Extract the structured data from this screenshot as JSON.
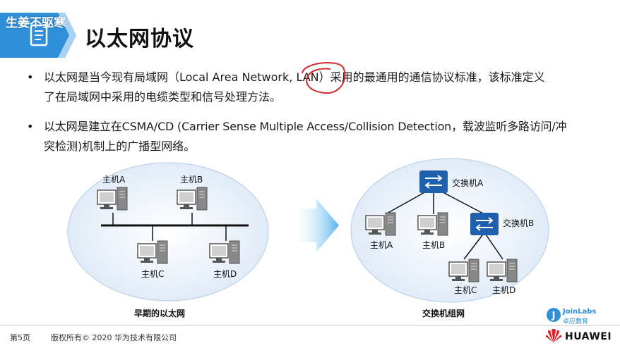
{
  "slide": {
    "title": "以太网协议",
    "watermark": "生姜不驱寒"
  },
  "bullets": [
    {
      "line1": "以太网是当今现有局域网（Local Area Network, LAN）采用的最通用的通信协议标准，该标准定义",
      "line2": "了在局域网中采用的电缆类型和信号处理方法。"
    },
    {
      "line1": "以太网是建立在CSMA/CD (Carrier Sense Multiple Access/Collision Detection，载波监听多路访问/冲",
      "line2": "突检测)机制上的广播型网络。"
    }
  ],
  "left_diagram": {
    "caption": "早期的以太网",
    "hosts": [
      "主机A",
      "主机B",
      "主机C",
      "主机D"
    ]
  },
  "right_diagram": {
    "caption": "交换机组网",
    "switches": [
      "交换机A",
      "交换机B"
    ],
    "hosts": [
      "主机A",
      "主机B",
      "主机C",
      "主机D"
    ]
  },
  "footer": {
    "page": "第5页",
    "copyright": "版权所有© 2020 华为技术有限公司",
    "joinlabs_name": "JoinLabs",
    "joinlabs_sub": "卓应教育",
    "brand": "HUAWEI"
  },
  "colors": {
    "accent_blue": "#2f8fd8",
    "switch_blue": "#1e5fae",
    "ellipse_fill": "#eaf2fb",
    "annotation_red": "#d42a2a",
    "huawei_red": "#e0242b"
  }
}
